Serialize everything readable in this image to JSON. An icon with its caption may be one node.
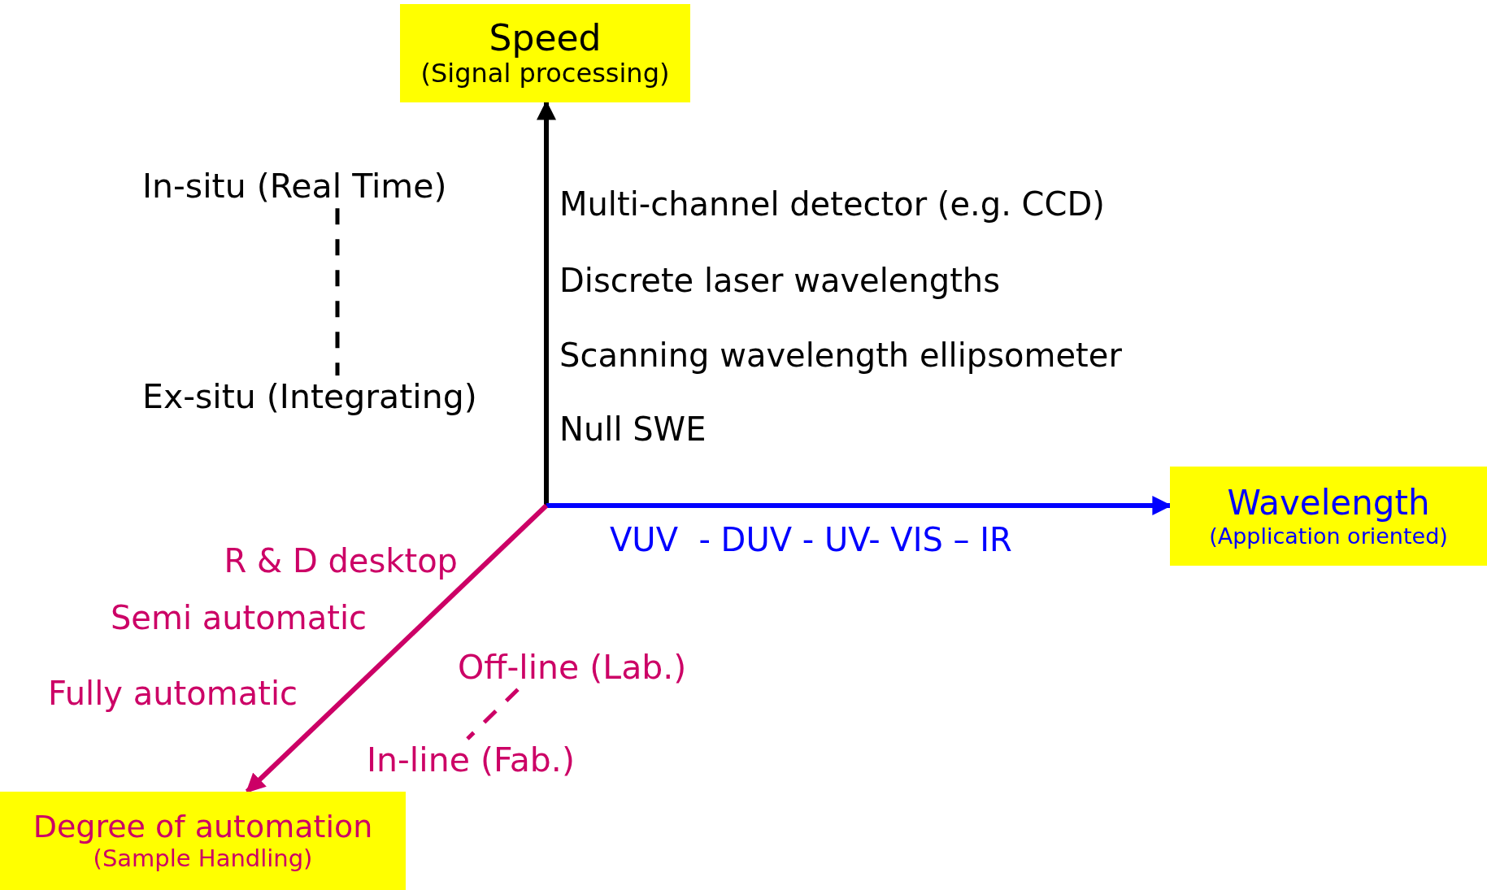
{
  "diagram": {
    "nodes": [
      {
        "text": [
          "Speed",
          "(Signal processing)"
        ]
      },
      {
        "text": [
          "Wavelength",
          "(Application oriented)"
        ]
      },
      {
        "text": [
          "Degree of automation",
          "(Sample Handling)"
        ]
      },
      {
        "text": [
          "In-situ (Real Time)"
        ]
      },
      {
        "text": [
          "Ex-situ (Integrating)"
        ]
      },
      {
        "text": [
          "Off-line (Lab.)"
        ]
      },
      {
        "text": [
          "In-line (Fab.)"
        ]
      }
    ],
    "edges": [
      {
        "from": null,
        "to": 0,
        "arrow": "to"
      },
      {
        "from": null,
        "to": 1,
        "arrow": "to",
        "color": "#0000ff"
      },
      {
        "from": null,
        "to": 2,
        "arrow": "to",
        "color": "#cc0066"
      },
      {
        "from": 3,
        "to": 4,
        "arrow": "none",
        "style": "dashed"
      },
      {
        "from": 5,
        "to": 6,
        "arrow": "none",
        "style": "dashed",
        "color": "#cc0066"
      }
    ],
    "labels": [
      "Multi-channel detector (e.g. CCD)",
      "Discrete laser wavelengths",
      "Scanning wavelength ellipsometer",
      "Null SWE",
      "VUV  - DUV - UV- VIS – IR",
      "R & D desktop",
      "Semi automatic",
      "Fully automatic"
    ]
  }
}
